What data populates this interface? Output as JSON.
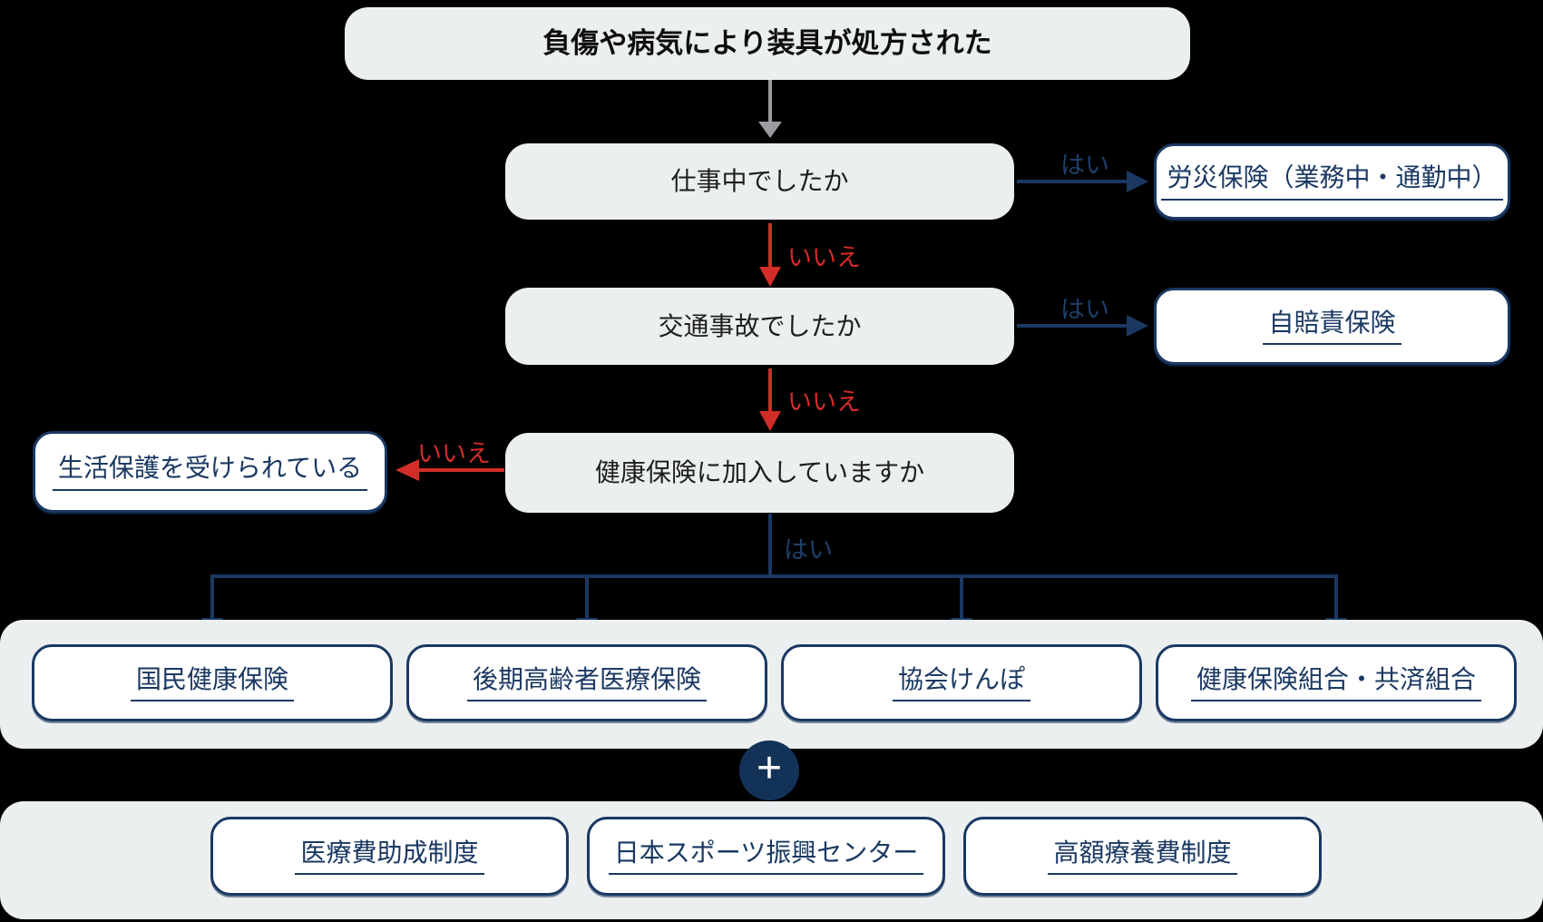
{
  "colors": {
    "navy": "#1a3862",
    "navy-label": "#1f3f69",
    "red": "#d22d28",
    "arrow-gray": "#9c9ca0",
    "node-bg": "#ebeff0",
    "circle-navy": "#133258",
    "text-dark": "#1d1d1f"
  },
  "flow": {
    "start": {
      "label": "負傷や病気により装具が処方された"
    },
    "questions": [
      {
        "label": "仕事中でしたか"
      },
      {
        "label": "交通事故でしたか"
      },
      {
        "label": "健康保険に加入していますか"
      }
    ],
    "labels": {
      "yes": "はい",
      "no": "いいえ"
    },
    "results": {
      "work_injury": "労災保険（業務中・通勤中）",
      "traffic_accident": "自賠責保険",
      "welfare": "生活保護を受けられている"
    },
    "insurance_band": [
      "国民健康保険",
      "後期高齢者医療保険",
      "協会けんぽ",
      "健康保険組合・共済組合"
    ],
    "plus_label": "+",
    "support_band": [
      "医療費助成制度",
      "日本スポーツ振興センター",
      "高額療養費制度"
    ]
  }
}
